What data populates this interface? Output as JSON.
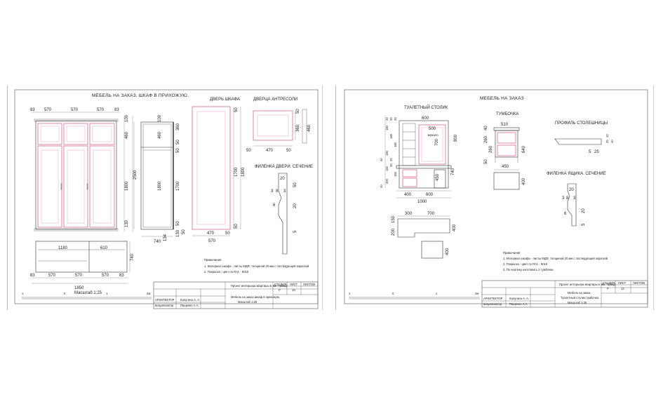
{
  "sheet1": {
    "title": "МЕБЕЛЬ НА ЗАКАЗ. ШКАФ В ПРИХОЖУЮ.",
    "door_title": "ДВЕРЬ ШКАФА",
    "mezz_title": "ДВЕРЦА АНТРЕСОЛИ",
    "panel_title": "ФИЛЕНКА ДВЕРИ. СЕЧЕНИЕ",
    "top_dims": [
      "83",
      "570",
      "570",
      "570",
      "83"
    ],
    "left_dims": [
      "100",
      "460",
      "1800",
      "130",
      "2500"
    ],
    "section_dims": [
      "100",
      "460",
      "50",
      "360",
      "50",
      "1800",
      "1700",
      "50",
      "50",
      "134",
      "130"
    ],
    "section_width": "740",
    "door_dims": [
      "50",
      "1700",
      "1800",
      "50",
      "470",
      "50",
      "570"
    ],
    "mezz_dims": [
      "50",
      "470",
      "50",
      "360",
      "460",
      "50"
    ],
    "profile_dims": [
      "20",
      "50",
      "3",
      "8",
      "3",
      "6",
      "20",
      "5"
    ],
    "lower_dims": [
      "1180",
      "610",
      "740",
      "83",
      "570",
      "570",
      "570",
      "83",
      "1850"
    ],
    "notes_title": "Примечания:",
    "notes": [
      "1. Материал шкафа - листы МДФ, толщиной 20 мм с последующей окраской",
      "2. Покраска - цвет по RAL - 9010"
    ],
    "scale_label": "Масштаб 1:25",
    "scale_ticks": [
      "1",
      "0",
      "1",
      "2м"
    ],
    "stamp": {
      "project": "Проект интерьера квартиры в ЖК \"Гранд\"",
      "col_stage": "СТАДИЯ",
      "col_sheet": "ЛИСТ",
      "col_sheets": "ЛИСТОВ",
      "stage": "Р",
      "sheet": "10",
      "role1": "АРХИТЕКТОР",
      "name1": "Калугина А. А.",
      "role2": "визуализатор",
      "name2": "Пащенко А.А.",
      "desc": "Мебель на заказ.Шкаф в прихожую.",
      "scale": "Масштаб 1:25"
    }
  },
  "sheet2": {
    "title": "МЕБЕЛЬ НА ЗАКАЗ",
    "vanity_title": "ТУАЛЕТНЫЙ СТОЛИК",
    "nightstand_title": "ТУМБОЧКА",
    "profile_title": "ПРОФИЛЬ СТОЛЕШНИЦЫ",
    "drawer_title": "ФИЛЕНКА ЯЩИКА. СЕЧЕНИЕ",
    "vanity_left_dims": [
      "20",
      "20",
      "20",
      "180",
      "180",
      "180",
      "180",
      "20",
      "40",
      "150",
      "20",
      "150",
      "320",
      "40"
    ],
    "vanity_dims": [
      "600",
      "500",
      "зеркало",
      "700",
      "800",
      "740",
      "450",
      "400",
      "600",
      "1000"
    ],
    "nightstand_dims": [
      "510",
      "40",
      "260",
      "260",
      "50",
      "640",
      "450",
      "400"
    ],
    "profile_dims": [
      "10",
      "25",
      "40",
      "5",
      "25"
    ],
    "drawer_dims": [
      "20",
      "3",
      "8",
      "3",
      "6",
      "20",
      "5"
    ],
    "table_dims": [
      "300",
      "700",
      "200",
      "150",
      "400",
      "400"
    ],
    "notes_title": "Примечания:",
    "notes": [
      "1. Материал шкафа - листы МДФ, толщиной 20 мм с последующей окраской",
      "2. Покраска - цвет по RAL - 9010",
      "3. По чертежу изготовить 2 тумбочки"
    ],
    "scale_ticks": [
      "1",
      "0",
      "1",
      "2м"
    ],
    "stamp": {
      "project": "Проект интерьера квартиры в ЖК \"Гранд\"",
      "col_stage": "СТАДИЯ",
      "col_sheet": "ЛИСТ",
      "col_sheets": "ЛИСТОВ",
      "stage": "Р",
      "sheet": "12",
      "role1": "АРХИТЕКТОР",
      "name1": "Калугина А. А.",
      "role2": "визуализатор",
      "name2": "Пащенко А.А.",
      "desc1": "Мебель на заказ.",
      "desc2": "Туалетный столик,тумбочка",
      "scale": "Масштаб 1:25"
    }
  },
  "colors": {
    "pink_line": "#d76a8d",
    "ink": "#333333"
  }
}
